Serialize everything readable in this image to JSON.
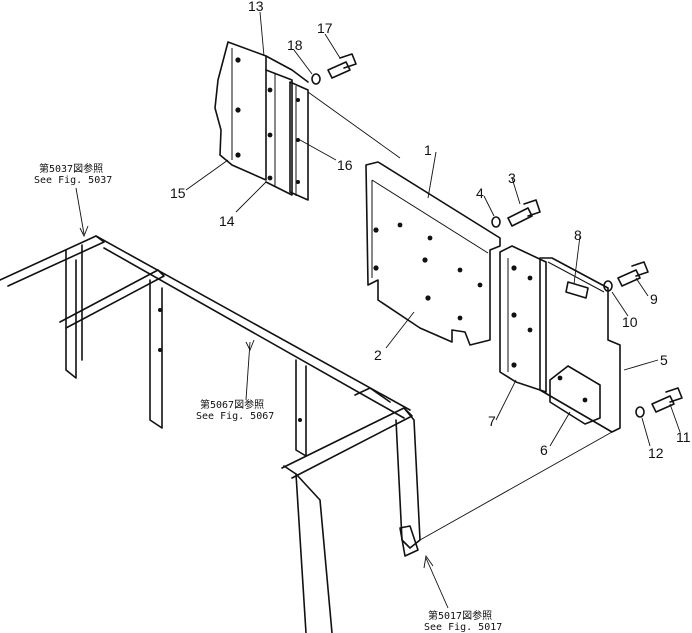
{
  "callouts": [
    {
      "id": "1",
      "label": "1"
    },
    {
      "id": "2",
      "label": "2"
    },
    {
      "id": "3",
      "label": "3"
    },
    {
      "id": "4",
      "label": "4"
    },
    {
      "id": "5",
      "label": "5"
    },
    {
      "id": "6",
      "label": "6"
    },
    {
      "id": "7",
      "label": "7"
    },
    {
      "id": "8",
      "label": "8"
    },
    {
      "id": "9",
      "label": "9"
    },
    {
      "id": "10",
      "label": "10"
    },
    {
      "id": "11",
      "label": "11"
    },
    {
      "id": "12",
      "label": "12"
    },
    {
      "id": "13",
      "label": "13"
    },
    {
      "id": "14",
      "label": "14"
    },
    {
      "id": "15",
      "label": "15"
    },
    {
      "id": "16",
      "label": "16"
    },
    {
      "id": "17",
      "label": "17"
    },
    {
      "id": "18",
      "label": "18"
    }
  ],
  "references": [
    {
      "id": "fig5037",
      "line1": "第5037図参照",
      "line2": "See Fig. 5037"
    },
    {
      "id": "fig5067",
      "line1": "第5067図参照",
      "line2": "See Fig. 5067"
    },
    {
      "id": "fig5017",
      "line1": "第5017図参照",
      "line2": "See Fig. 5017"
    }
  ]
}
